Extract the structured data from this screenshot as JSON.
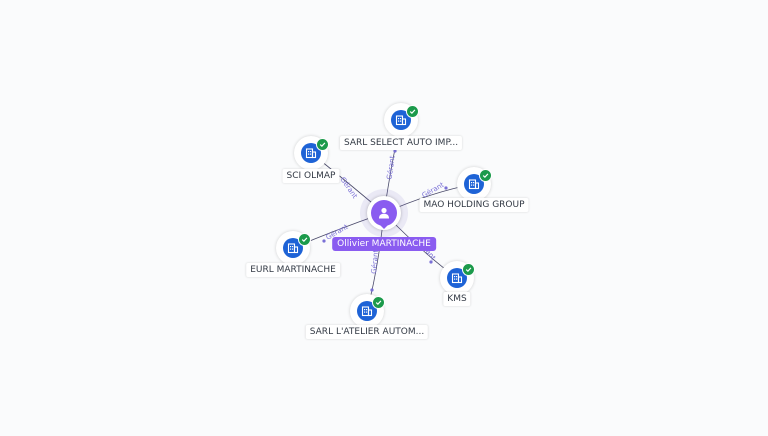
{
  "colors": {
    "company_node": "#1e63d6",
    "verified_badge": "#1b9a4b",
    "person_node": "#8a5cf0",
    "edge_label": "#7a70d6"
  },
  "center": {
    "name": "Ollivier MARTINACHE",
    "icon": "person-icon"
  },
  "companies": [
    {
      "id": "sarl-select-auto",
      "label": "SARL SELECT AUTO IMP...",
      "icon": "building-icon",
      "verified": true
    },
    {
      "id": "sci-olmap",
      "label": "SCI OLMAP",
      "icon": "building-icon",
      "verified": true
    },
    {
      "id": "mao-holding",
      "label": "MAO HOLDING GROUP",
      "icon": "building-icon",
      "verified": true
    },
    {
      "id": "eurl-martinache",
      "label": "EURL MARTINACHE",
      "icon": "building-icon",
      "verified": true
    },
    {
      "id": "kms",
      "label": "KMS",
      "icon": "building-icon",
      "verified": true
    },
    {
      "id": "sarl-latelier",
      "label": "SARL L'ATELIER AUTOM...",
      "icon": "building-icon",
      "verified": true
    }
  ],
  "edges": [
    {
      "to": "sarl-select-auto",
      "label": "Gérant"
    },
    {
      "to": "sci-olmap",
      "label": "Gérant"
    },
    {
      "to": "mao-holding",
      "label": "Gérant"
    },
    {
      "to": "eurl-martinache",
      "label": "Gérant"
    },
    {
      "to": "kms",
      "label": "Gérant"
    },
    {
      "to": "sarl-latelier",
      "label": "Gérant"
    }
  ]
}
